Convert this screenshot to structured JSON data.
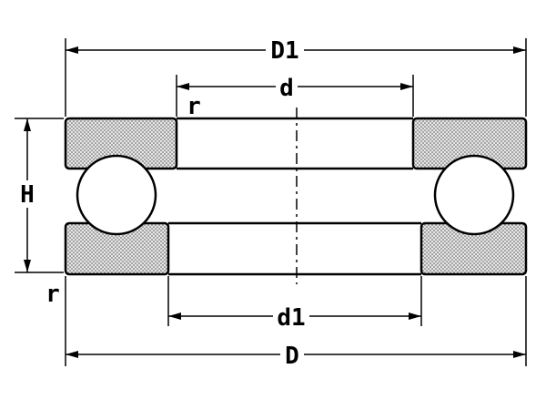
{
  "labels": {
    "outer_diameter_top": "D1",
    "bore_top": "d",
    "radius_top": "r",
    "height": "H",
    "radius_bottom": "r",
    "bore_bottom": "d1",
    "outer_diameter_bottom": "D"
  },
  "colors": {
    "line": "#000000",
    "hatch_fill": "#d9d9d9"
  }
}
